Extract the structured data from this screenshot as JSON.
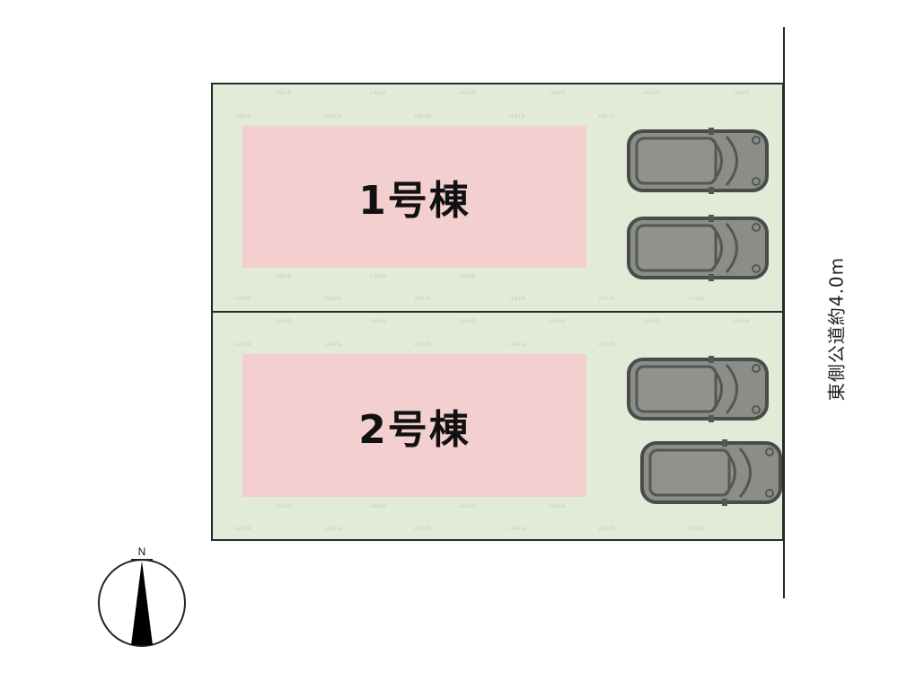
{
  "lots": [
    {
      "id": 1,
      "label": "1号棟",
      "parking_spaces": 2
    },
    {
      "id": 2,
      "label": "2号棟",
      "parking_spaces": 2
    }
  ],
  "road": {
    "label": "東側公道約4.0m",
    "side": "east"
  },
  "compass": {
    "label": "N"
  },
  "colors": {
    "lot_fill": "#e2ead8",
    "building_fill": "#f4cfcf",
    "car_fill": "#8a8d88",
    "line": "#2a2a2a"
  }
}
